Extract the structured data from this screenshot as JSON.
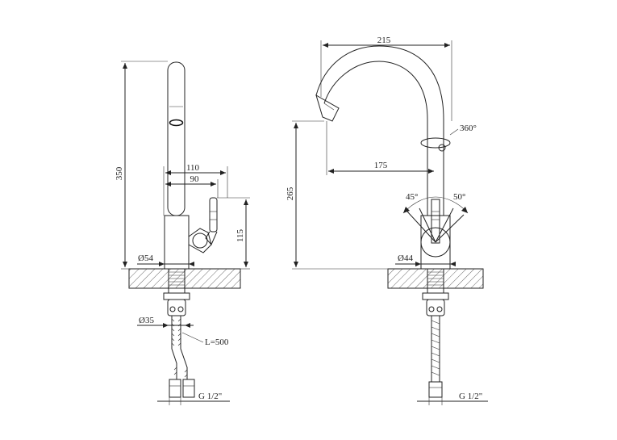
{
  "drawing": {
    "side_view": {
      "height_350": "350",
      "width_110": "110",
      "width_90": "90",
      "height_115": "115",
      "diameter_54": "Ø54",
      "diameter_35": "Ø35",
      "hose_length": "L=500",
      "thread": "G 1/2\""
    },
    "front_view": {
      "width_215": "215",
      "reach_175": "175",
      "height_265": "265",
      "rotation": "360°",
      "angle_left": "45°",
      "angle_right": "50°",
      "diameter_44": "Ø44",
      "thread": "G 1/2\""
    }
  }
}
